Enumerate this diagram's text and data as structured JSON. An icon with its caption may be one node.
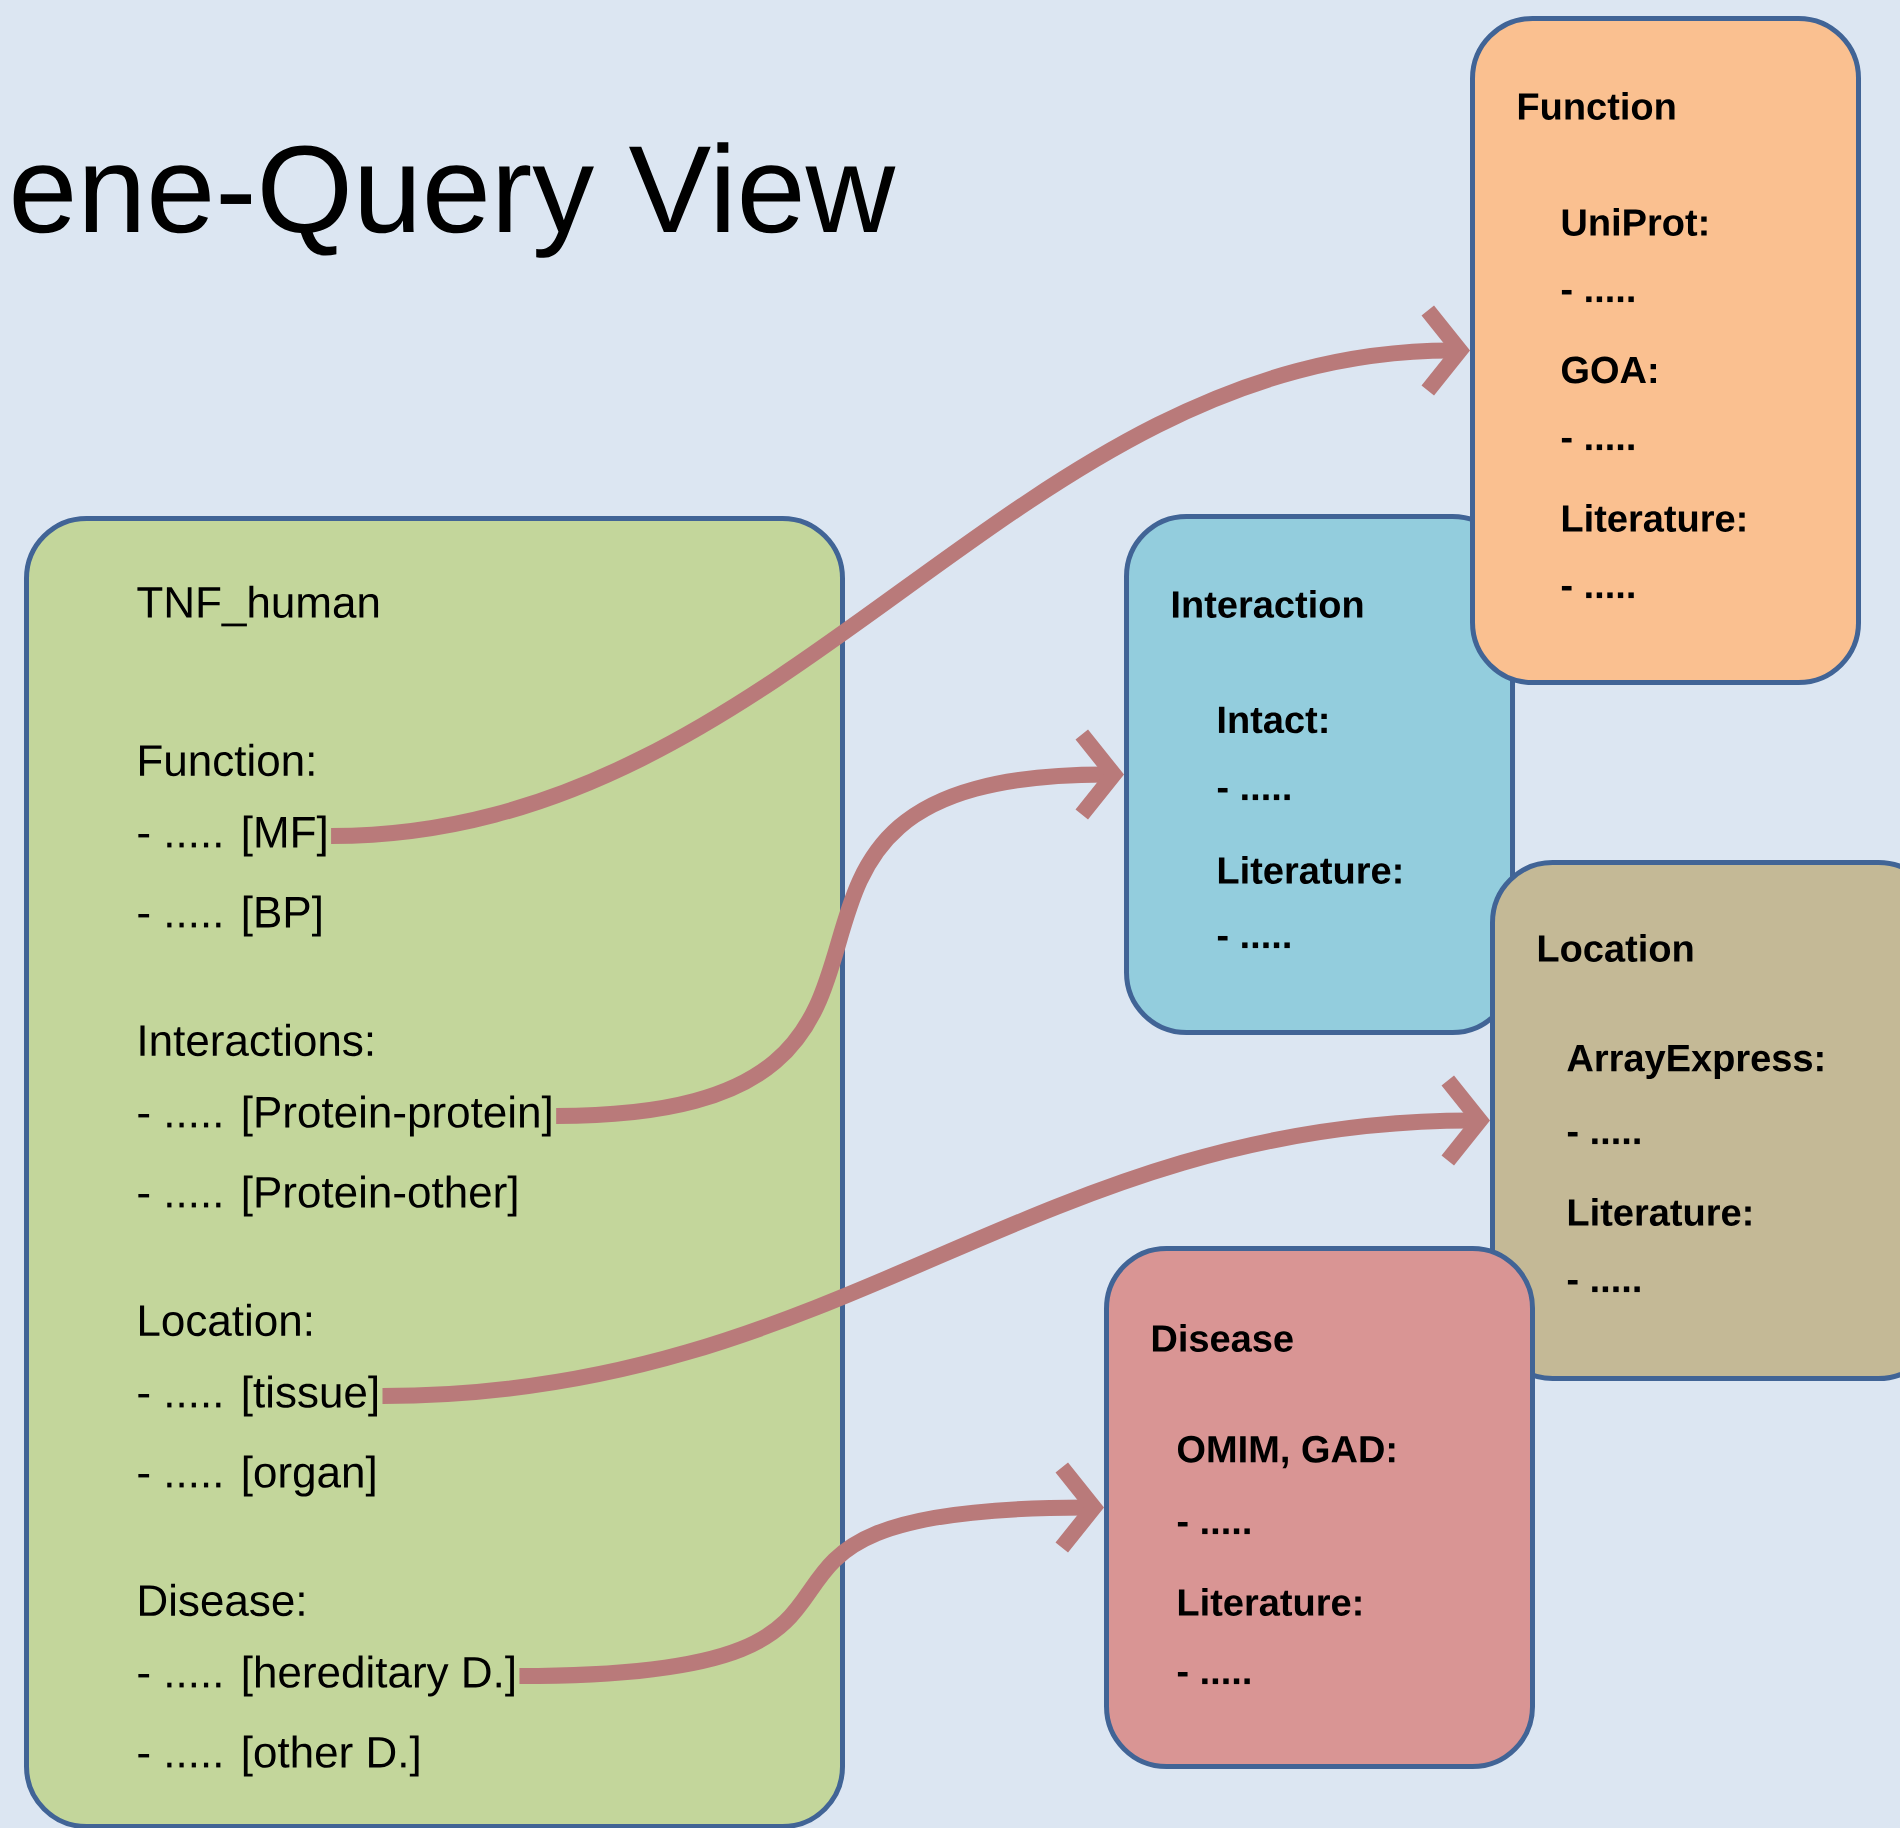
{
  "diagram": {
    "title": "ene-Query View",
    "nodes": [
      {
        "text": [
          "TNF_human",
          "Function:",
          "- ..... [BP]",
          "Interactions:",
          "- ..... [Protein-other]",
          "Location:",
          "- ..... [organ]",
          "Disease:",
          "- ..... [other D.]"
        ]
      },
      {
        "text": [
          "- ..... [MF]"
        ],
        "in": 0
      },
      {
        "text": [
          "- ..... [Protein-protein]"
        ],
        "in": 0
      },
      {
        "text": [
          "- ..... [tissue]"
        ],
        "in": 0
      },
      {
        "text": [
          "- ..... [hereditary D.]"
        ],
        "in": 0
      },
      {
        "text": [
          "Function",
          "UniProt:",
          "- .....",
          "GOA:",
          "- .....",
          "Literature:",
          "- ....."
        ]
      },
      {
        "text": [
          "Interaction",
          "Intact:",
          "- .....",
          "Literature:",
          "- ....."
        ]
      },
      {
        "text": [
          "Location",
          "ArrayExpress:",
          "- .....",
          "Literature:",
          "- ....."
        ]
      },
      {
        "text": [
          "Disease",
          "OMIM, GAD:",
          "- .....",
          "Literature:",
          "- ....."
        ]
      }
    ],
    "edges": [
      {
        "from": 1,
        "to": 5,
        "arrow": "to"
      },
      {
        "from": 2,
        "to": 6,
        "arrow": "to"
      },
      {
        "from": 3,
        "to": 7,
        "arrow": "to"
      },
      {
        "from": 4,
        "to": 8,
        "arrow": "to"
      }
    ]
  }
}
